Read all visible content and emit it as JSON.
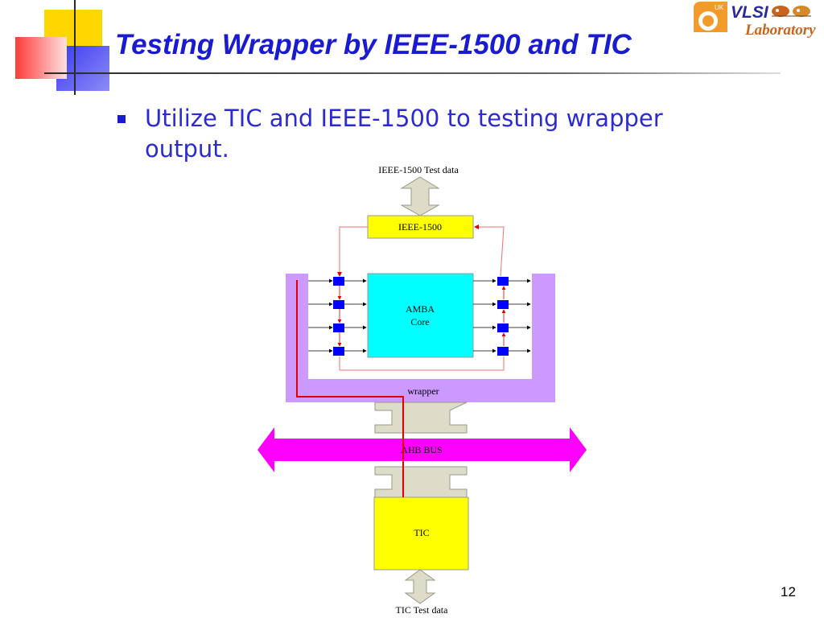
{
  "slide": {
    "title": "Testing Wrapper by IEEE-1500 and TIC",
    "bullet": "Utilize TIC and IEEE-1500 to testing wrapper output.",
    "page_number": "12"
  },
  "logo": {
    "badge": "UK",
    "line1": "VLSI",
    "line2": "Laboratory"
  },
  "diagram": {
    "ieee_test_data": "IEEE-1500 Test data",
    "ieee_block": "IEEE-1500",
    "core_line1": "AMBA",
    "core_line2": "Core",
    "wrapper": "wrapper",
    "bus": "AHB BUS",
    "tic": "TIC",
    "tic_test_data": "TIC Test data"
  },
  "colors": {
    "title": "#1a1ad0",
    "wrapper": "#cc99ff",
    "core": "#00ffff",
    "ieee_block": "#ffff00",
    "tic_block": "#ffff00",
    "bus": "#ff00ff",
    "connector_arrow": "#dcdcc8",
    "boundary_cell": "#0000ff",
    "test_path": "#e00000"
  }
}
